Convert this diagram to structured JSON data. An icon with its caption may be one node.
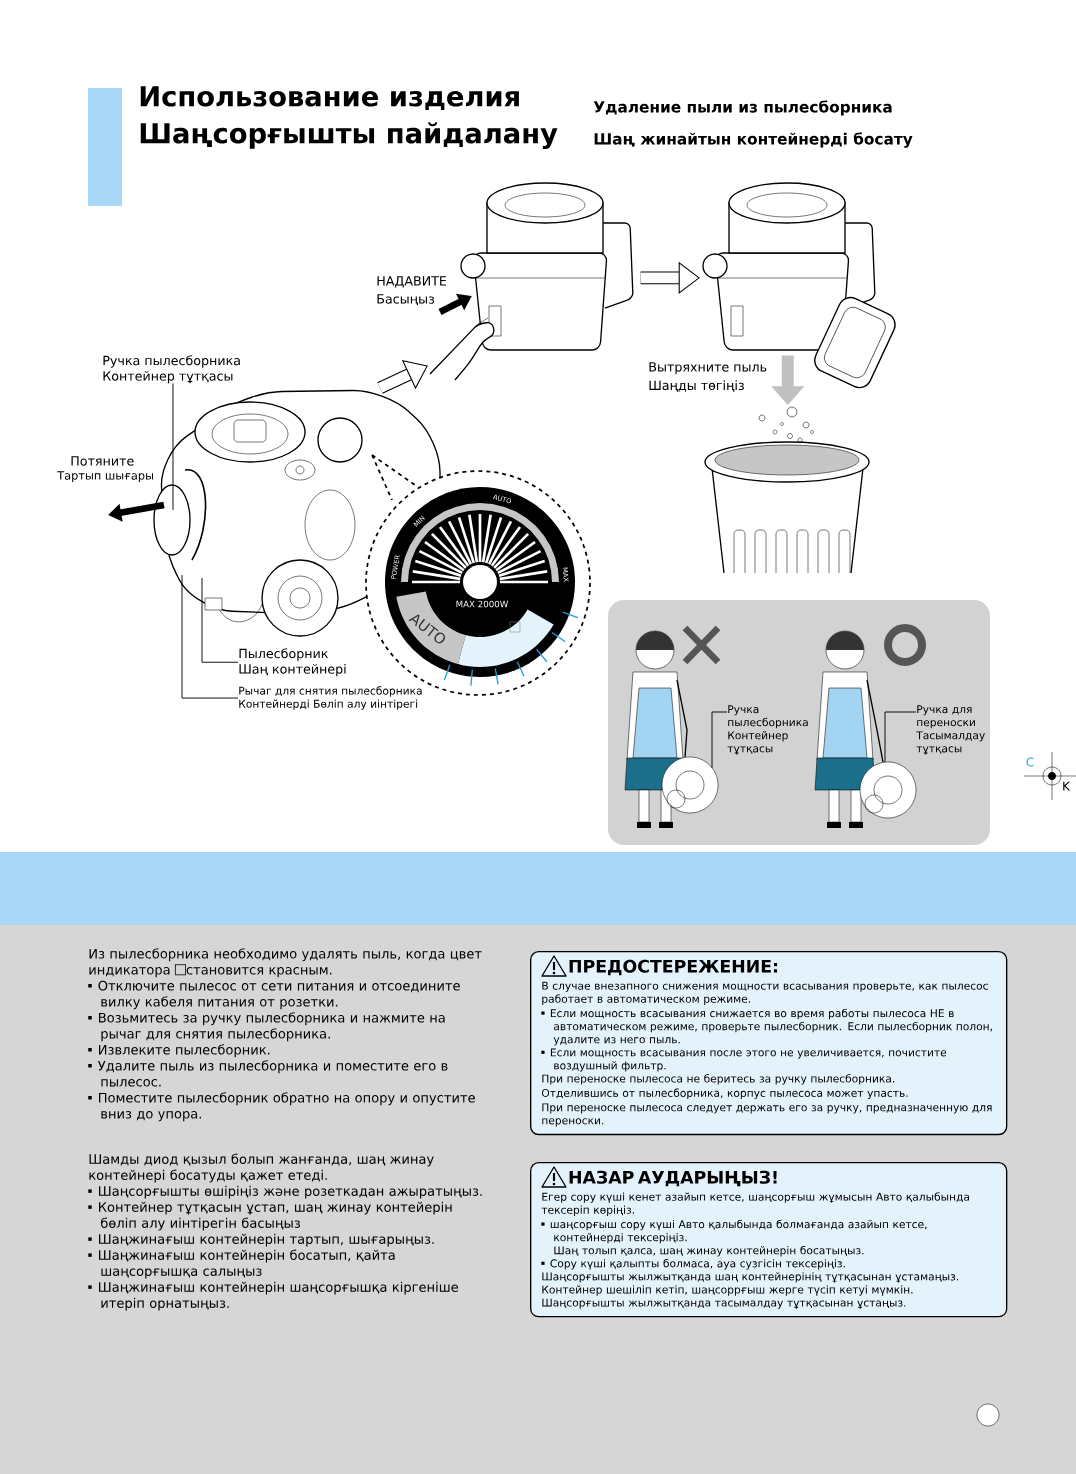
{
  "diagram": {
    "title": "Использование изделия",
    "nodes": [
      {
        "text": [],
        "shape": "picture"
      },
      {
        "text": [],
        "shape": "picture"
      },
      {
        "text": [],
        "shape": "picture"
      },
      {
        "text": [],
        "shape": "picture"
      },
      {
        "text": [
          "Ручка пылесборника",
          "Контейнер тұтқасы"
        ]
      },
      {
        "text": [
          "Пылесборник",
          "Шаң контейнері"
        ]
      },
      {
        "text": [
          "Рычаг для снятия пылесборника",
          "Контейнерді Бөліп алу иінтірегі"
        ]
      },
      {
        "text": [
          "Ручка пылесборника",
          "Контейнер тұтқасы"
        ]
      },
      {
        "text": [
          "Ручка для переноски",
          "Тасымалдау тұтқасы"
        ]
      },
      {
        "text": [
          "ПРЕДОСТЕРЕЖЕНИЕ:",
          "В случае внезапного снижения мощности всасывания проверьте, как пылесос работает в автоматическом режиме.",
          "Если мощность всасывания снижается во время работы пылесоса НЕ в автоматическом режиме, проверьте пылесборник. Если пылесборник полон, удалите из него пыль.",
          "Если мощность всасывания после этого не увеличивается, почистите воздушный фильтр.",
          "При переноске пылесоса не беритесь за ручку пылесборника.",
          "Отделившись от пылесборника, корпус пылесоса может упасть.",
          "При переноске пылесоса следует держать его за ручку, предназначенную для переноски."
        ]
      },
      {
        "text": [
          "НАЗАР АУДАРЫҢЫЗ!",
          "Егер сору күші кенет азайып кетсе, шаңсорғыш жұмысын Авто қалыбында тексеріп көріңіз.",
          "шаңсорғыш сору күші Авто қалыбында болмағанда азайып кетсе, контейнерді тексеріңіз.",
          "Шаң толып қалса, шаң жинау контейнерін босатыңыз.",
          "Сору күші қалыпты болмаса, ауа сузгісін тексеріңіз.",
          "Шаңсорғышты жылжытқанда шаң контейнерінің тұтқасынан ұстамаңыз. Контейнер шешіліп кетіп, шаңсоррғыш жерге түсіп кетуі мүмкін. Шаңсорғышты жылжытқанда тасымалдау тұтқасынан ұстаңыз."
        ]
      }
    ],
    "edges": [
      {
        "from": 0,
        "to": 1,
        "arrow": "to",
        "style": "thick"
      },
      {
        "from": 1,
        "to": 2,
        "arrow": "to",
        "style": "thick"
      },
      {
        "from": 2,
        "to": 3,
        "arrow": "to",
        "style": "thick",
        "color": "#c0c0c0"
      },
      {
        "from": 4,
        "to": 0,
        "arrow": "none"
      },
      {
        "from": 5,
        "to": 0,
        "arrow": "none"
      },
      {
        "from": 6,
        "to": 0,
        "arrow": "none"
      },
      {
        "from": 7,
        "to": null,
        "arrow": "none"
      },
      {
        "from": 8,
        "to": null,
        "arrow": "none"
      }
    ],
    "labels": [
      "Шаңсорғышты пайдалану",
      "Удаление пыли из пылесборника",
      "Шаң жинайтын контейнерді босату",
      "НАДАВИТЕ",
      "Басыңыз",
      "Потяните",
      "Тартып шығары",
      "Вытряхните пыль",
      "Шаңды төгіңіз",
      "AUTO",
      "MIN",
      "POWER",
      "MAX",
      "MAX 2000W",
      "AUTO",
      "C",
      "K",
      "Из пылесборника необходимо удалять пыль, когда цвет индикатора",
      "становится красным.",
      "Отключите пылесос от сети питания и отсоедините вилку кабеля питания от розетки.",
      "Возьмитесь за ручку пылесборника и нажмите на рычаг для снятия пылесборника.",
      "Извлеките пылесборник.",
      "Удалите пыль из пылесборника и поместите его в пылесос.",
      "Поместите пылесборник обратно на опору и опустите вниз до упора.",
      "Шамды диод қызыл болып жанғанда, шаң жинау контейнері босатуды қажет етеді.",
      "Шаңсорғышты өшіріңіз және розеткадан ажыратыңыз.",
      "Контейнер тұтқасын ұстап, шаң жинау контейерін бөліп алу иінтірегін басыңыз",
      "Шаңжинағыш контейнерін тартып, шығарыңыз.",
      "Шаңжинағыш контейнерін босатып, қайта шаңсорғышқа салыңыз",
      "Шаңжинағыш контейнерін шаңсорғышқа кіргеніше итеріп орнатыңыз."
    ]
  }
}
